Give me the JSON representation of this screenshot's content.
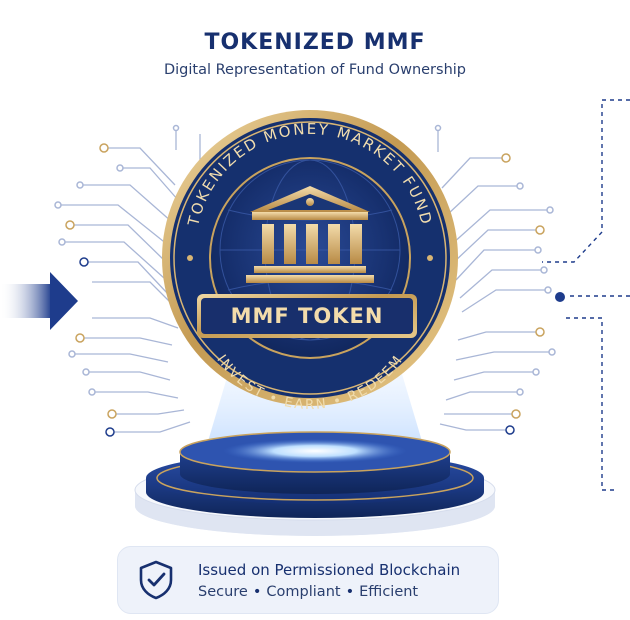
{
  "header": {
    "title": "TOKENIZED MMF",
    "subtitle": "Digital Representation of Fund Ownership"
  },
  "coin": {
    "arc_top": "TOKENIZED MONEY MARKET FUND",
    "label": "MMF TOKEN",
    "arc_bottom": "INVEST • EARN • REDEEM",
    "icon": "classical-bank-building-icon"
  },
  "footer": {
    "line1": "Issued on Permissioned Blockchain",
    "features": [
      "Secure",
      "Compliant",
      "Efficient"
    ],
    "icon": "shield-check-icon"
  },
  "colors": {
    "navy": "#17306f",
    "gold": "#c9a35e",
    "circuit": "#a9b6d6"
  }
}
